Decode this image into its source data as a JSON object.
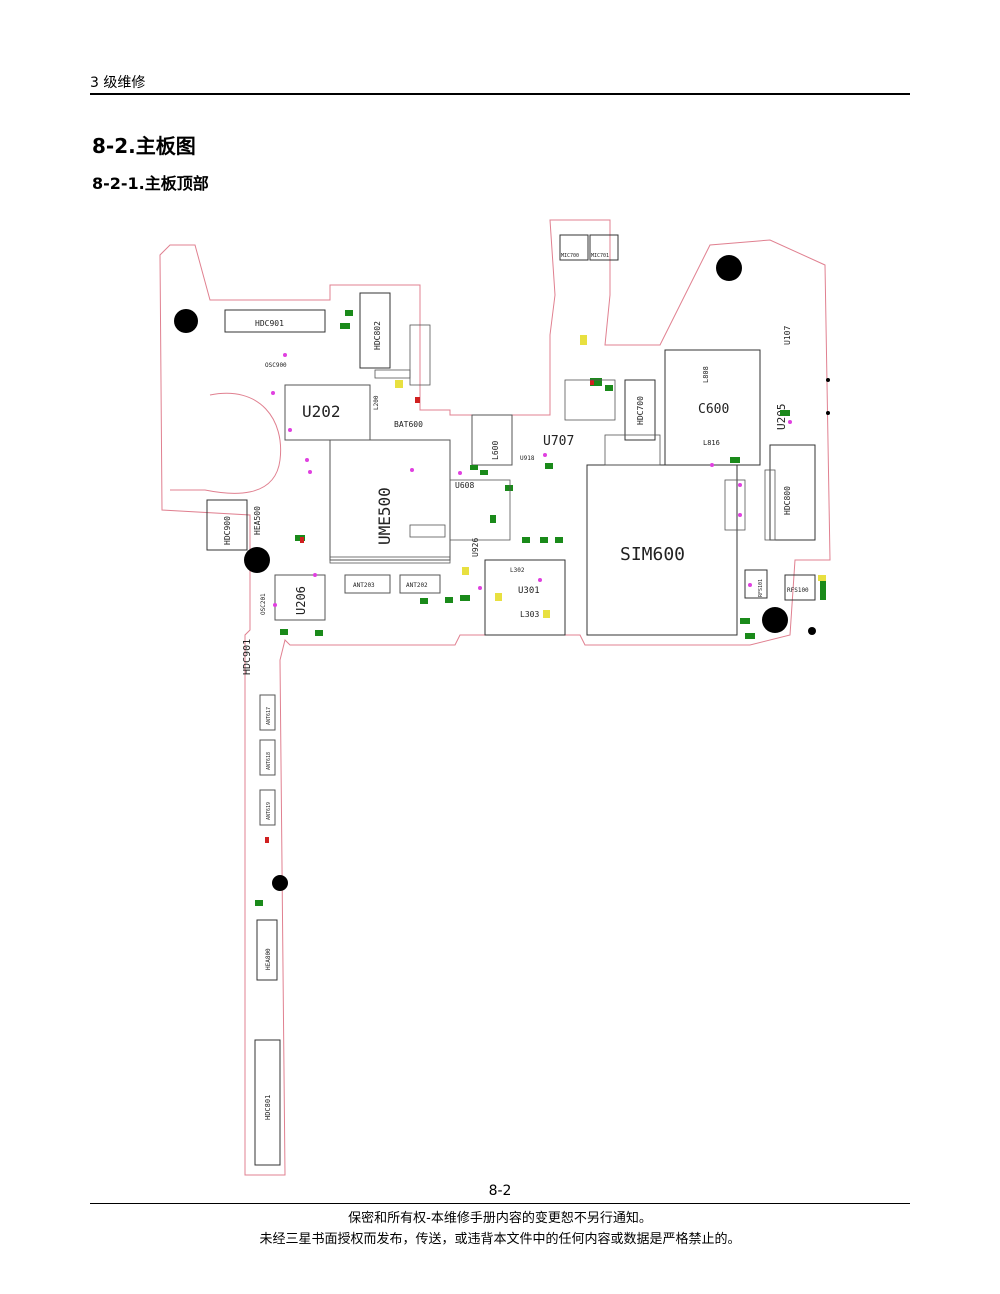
{
  "header": {
    "section": "3 级维修"
  },
  "headings": {
    "h1": "8-2.主板图",
    "h2": "8-2-1.主板顶部"
  },
  "board": {
    "labels": {
      "hdc901": "HDC901",
      "hdc802": "HDC802",
      "u202": "U202",
      "bat600": "BAT600",
      "ume500": "UME500",
      "u608": "U608",
      "l600": "L600",
      "u707": "U707",
      "hdc700": "HDC700",
      "u205": "U205",
      "hdc800": "HDC800",
      "sim600": "SIM600",
      "hdc900": "HDC900",
      "hea500": "HEA500",
      "u206": "U206",
      "ant203": "ANT203",
      "ant202": "ANT202",
      "u926": "U926",
      "l302": "L302",
      "l303": "L303",
      "u301": "U301",
      "rfs100": "RFS100",
      "rfs101": "RFS101",
      "mic700": "MIC700",
      "mic701": "MIC701",
      "hdc901b": "HDC901",
      "ant617": "ANT617",
      "ant618": "ANT618",
      "ant619": "ANT619",
      "hea800": "HEA800",
      "hdc801": "HDC801",
      "l808": "L808",
      "l816": "L816",
      "u107": "U107",
      "osc900": "OSC900",
      "l200": "L200",
      "osc201": "OSC201",
      "c600": "C600",
      "u918": "U918"
    },
    "colors": {
      "outline": "#e08090",
      "component": "#555555",
      "green": "#1a8a1a",
      "yellow": "#e8e040",
      "magenta": "#e040e0",
      "red": "#d02020"
    }
  },
  "footer": {
    "page": "8-2",
    "line1": "保密和所有权-本维修手册内容的变更恕不另行通知。",
    "line2": "未经三星书面授权而发布，传送，或违背本文件中的任何内容或数据是严格禁止的。"
  }
}
